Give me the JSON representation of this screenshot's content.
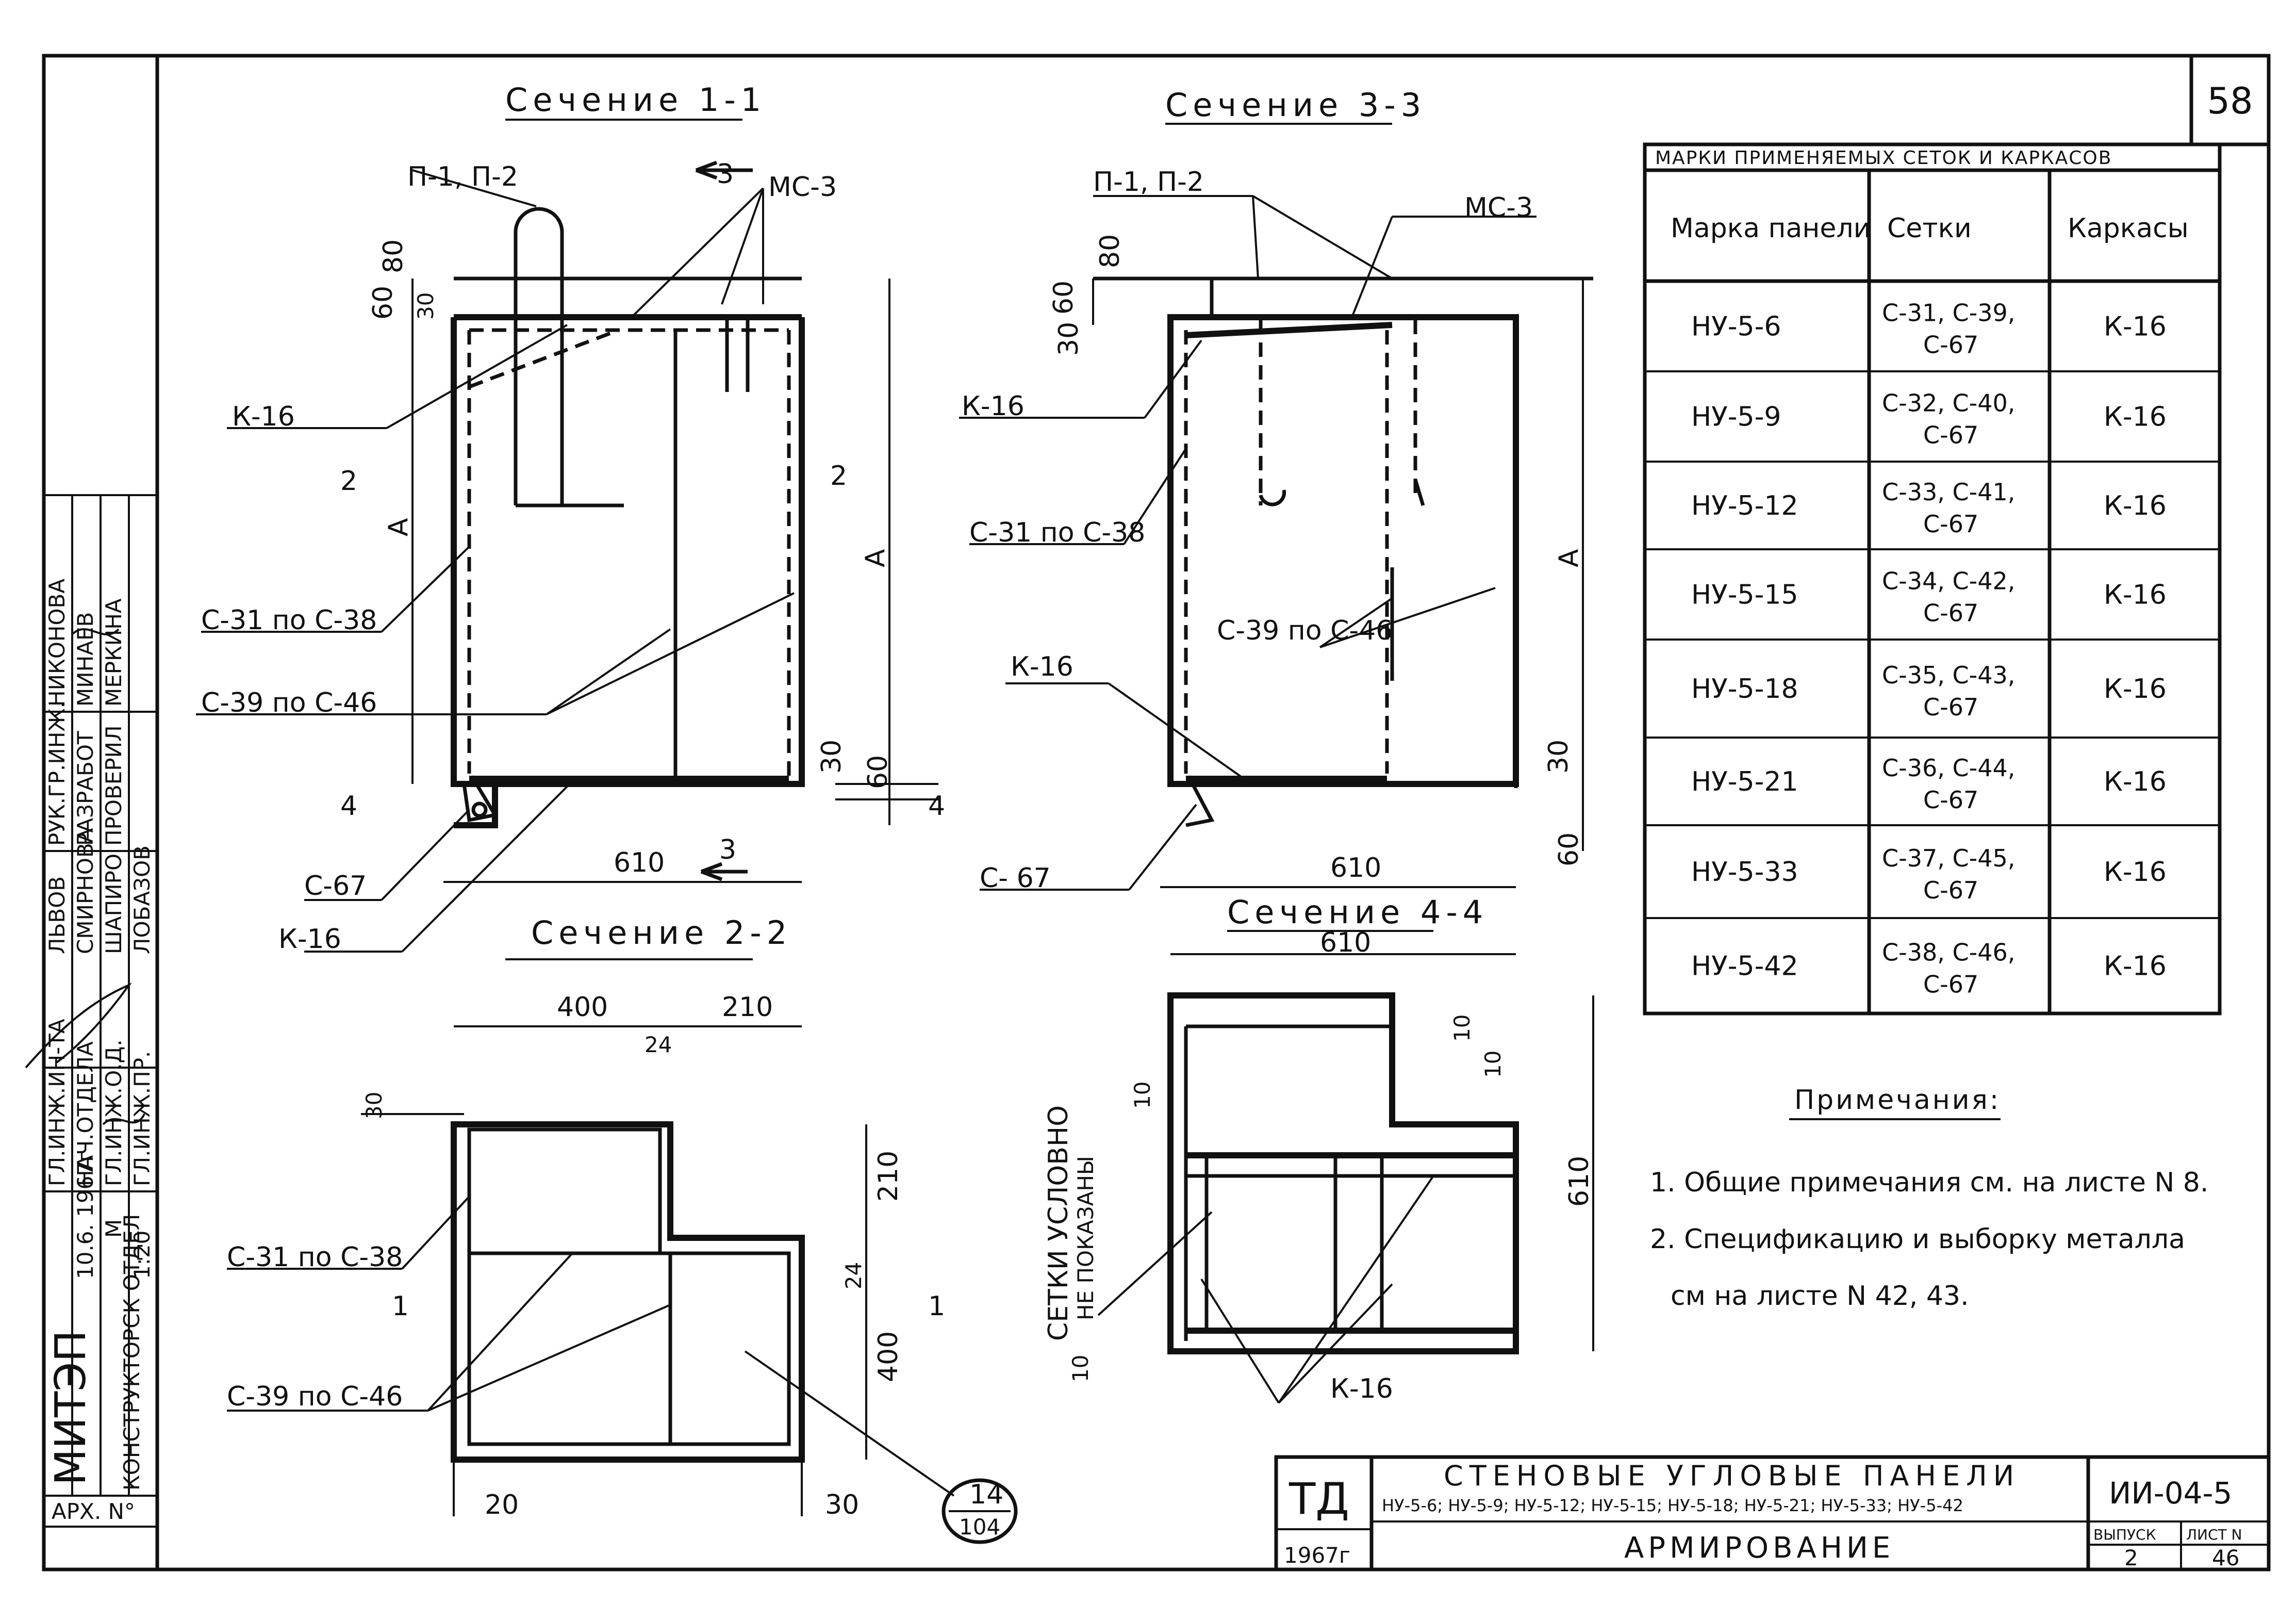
{
  "sheet_number": "58",
  "sections": {
    "s11": {
      "title": "Сечение 1-1",
      "labels": [
        "П-1, П-2",
        "МС-3",
        "К-16",
        "С-31 по С-38",
        "С-39 по С-46",
        "С-67",
        "К-16"
      ],
      "dims": [
        "80",
        "60",
        "30",
        "А",
        "А",
        "30",
        "60",
        "610"
      ],
      "marks": [
        "3",
        "3",
        "2",
        "2",
        "4",
        "4"
      ]
    },
    "s22": {
      "title": "Сечение 2-2",
      "labels": [
        "С-31 по С-38",
        "С-39 по С-46"
      ],
      "dims": [
        "400",
        "210",
        "24",
        "30",
        "210",
        "24",
        "400",
        "20",
        "30"
      ],
      "marks": [
        "1",
        "1"
      ],
      "callout_top": "14",
      "callout_bottom": "104"
    },
    "s33": {
      "title": "Сечение 3-3",
      "labels": [
        "П-1, П-2",
        "МС-3",
        "К-16",
        "С-31 по С-38",
        "С-39 по С-46",
        "К-16",
        "С- 67"
      ],
      "dims": [
        "80",
        "60",
        "30",
        "А",
        "30",
        "60",
        "610"
      ]
    },
    "s44": {
      "title": "Сечение 4-4",
      "labels": [
        "К-16"
      ],
      "vertical_note": [
        "СЕТКИ УСЛОВНО",
        "НЕ ПОКАЗАНЫ"
      ],
      "dims": [
        "610",
        "10",
        "10",
        "10",
        "610",
        "10"
      ]
    }
  },
  "table": {
    "title": "МАРКИ ПРИМЕНЯЕМЫХ СЕТОК И КАРКАСОВ",
    "headers": [
      "Марка панели",
      "Сетки",
      "Каркасы"
    ],
    "rows": [
      [
        "НУ-5-6",
        "С-31, С-39,",
        "С-67",
        "К-16"
      ],
      [
        "НУ-5-9",
        "С-32, С-40,",
        "С-67",
        "К-16"
      ],
      [
        "НУ-5-12",
        "С-33, С-41,",
        "С-67",
        "К-16"
      ],
      [
        "НУ-5-15",
        "С-34, С-42,",
        "С-67",
        "К-16"
      ],
      [
        "НУ-5-18",
        "С-35, С-43,",
        "С-67",
        "К-16"
      ],
      [
        "НУ-5-21",
        "С-36, С-44,",
        "С-67",
        "К-16"
      ],
      [
        "НУ-5-33",
        "С-37, С-45,",
        "С-67",
        "К-16"
      ],
      [
        "НУ-5-42",
        "С-38, С-46,",
        "С-67",
        "К-16"
      ]
    ]
  },
  "notes": {
    "title": "Примечания:",
    "items": [
      "1. Общие примечания см. на листе N 8.",
      "2. Спецификацию и выборку металла",
      "см на листе N 42, 43."
    ]
  },
  "side_stamp": {
    "org": "МИТЭП",
    "dept": "КОНСТРУКТОРСК ОТДЕЛ",
    "date": "10.6. 1967г",
    "scale_label": "М",
    "scale": "1:20",
    "arch_no": "АРХ. N°",
    "col_roles_a": [
      "ГЛ.ИНЖ.ИН-ТА",
      "НАЧ.ОТДЕЛА",
      "ГЛ.ИНЖ.О.Д.",
      "ГЛ.ИНЖ.ПР."
    ],
    "col_names_a": [
      "ЛЬВОВ",
      "СМИРНОВА",
      "ШАПИРО",
      "ЛОБАЗОВ"
    ],
    "col_roles_b": [
      "РУК.ГР.ИНЖ.",
      "РАЗРАБОТ",
      "ПРОВЕРИЛ"
    ],
    "col_names_b": [
      "НИКОНОВА",
      "МИНАЕВ",
      "МЕРКИНА"
    ]
  },
  "title_block": {
    "td": "ТД",
    "year": "1967г",
    "title": "СТЕНОВЫЕ УГЛОВЫЕ ПАНЕЛИ",
    "subtitle": "НУ-5-6; НУ-5-9; НУ-5-12; НУ-5-15; НУ-5-18; НУ-5-21; НУ-5-33; НУ-5-42",
    "name": "АРМИРОВАНИЕ",
    "code": "ИИ-04-5",
    "issue_label": "ВЫПУСК",
    "issue": "2",
    "sheet_label": "ЛИСТ N",
    "sheet": "46"
  }
}
